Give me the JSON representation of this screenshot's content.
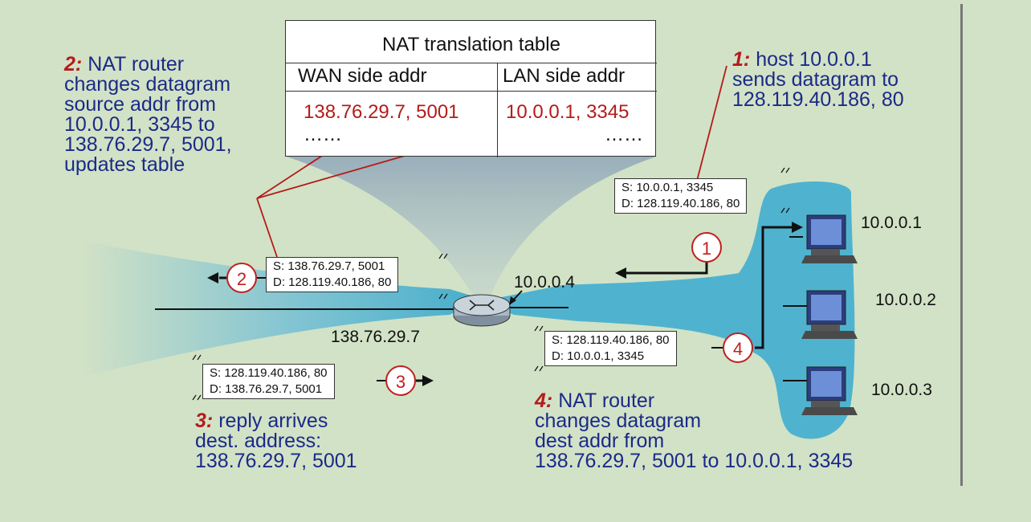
{
  "table": {
    "title": "NAT translation table",
    "col_wan": "WAN side addr",
    "col_lan": "LAN side addr",
    "row_wan": "138.76.29.7, 5001",
    "row_lan": "10.0.0.1, 3345",
    "ellipsis_wan": "……",
    "ellipsis_lan": "……"
  },
  "step1": {
    "num": "1:",
    "lines": [
      "host 10.0.0.1",
      "sends datagram to",
      "128.119.40.186, 80"
    ]
  },
  "step2": {
    "num": "2:",
    "lines": [
      "NAT router",
      "changes datagram",
      "source addr from",
      "10.0.0.1, 3345 to",
      "138.76.29.7, 5001,",
      "updates table"
    ]
  },
  "step3": {
    "num": "3:",
    "lines": [
      "reply arrives",
      "dest. address:",
      "138.76.29.7, 5001"
    ]
  },
  "step4": {
    "num": "4:",
    "lines": [
      "NAT router",
      "changes datagram",
      "dest addr from",
      "138.76.29.7, 5001 to 10.0.0.1, 3345"
    ]
  },
  "packets": {
    "p1": {
      "s": "S: 10.0.0.1, 3345",
      "d": "D: 128.119.40.186, 80"
    },
    "p2": {
      "s": "S: 138.76.29.7, 5001",
      "d": "D: 128.119.40.186, 80"
    },
    "p3": {
      "s": "S: 128.119.40.186, 80",
      "d": "D: 138.76.29.7, 5001"
    },
    "p4": {
      "s": "S: 128.119.40.186, 80",
      "d": "D: 10.0.0.1, 3345"
    }
  },
  "circles": [
    "1",
    "2",
    "3",
    "4"
  ],
  "addresses": {
    "router_lan": "10.0.0.4",
    "router_wan": "138.76.29.7",
    "host1": "10.0.0.1",
    "host2": "10.0.0.2",
    "host3": "10.0.0.3"
  },
  "colors": {
    "background": "#d2e2c6",
    "network": "#4fb3cf",
    "step_red": "#b41b1b",
    "text_blue": "#1b2a88"
  }
}
